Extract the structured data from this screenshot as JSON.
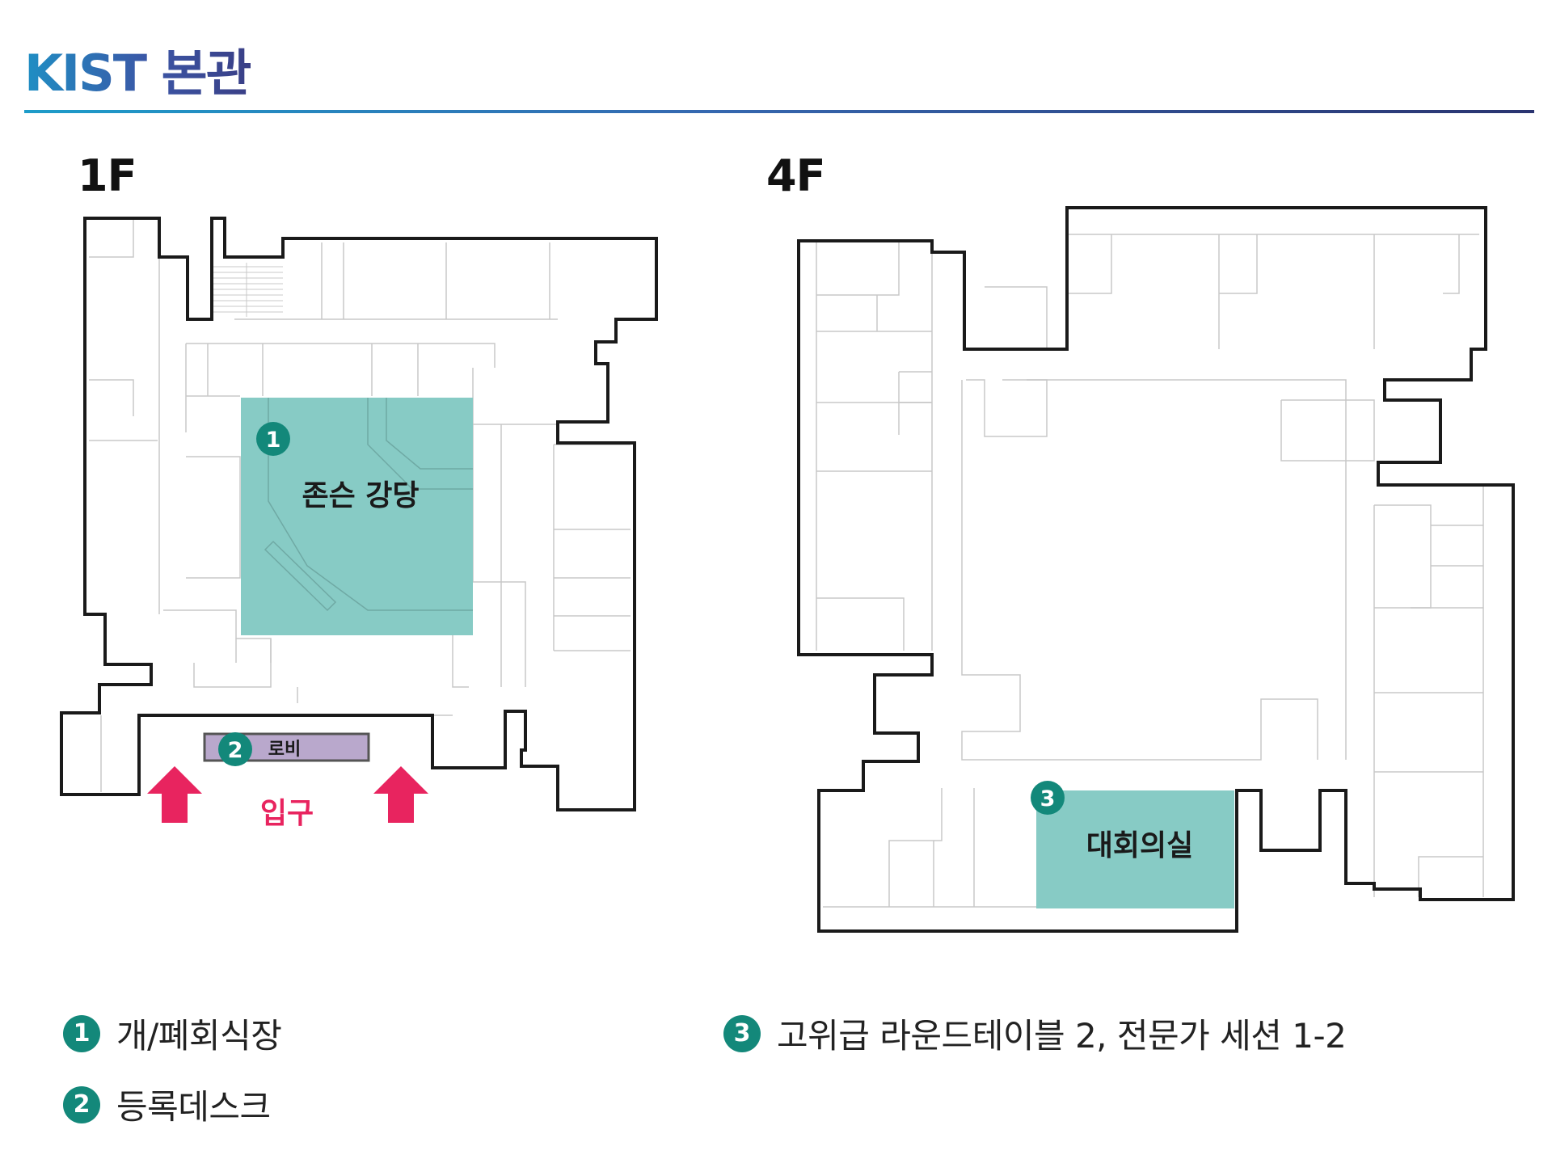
{
  "title": "KIST 본관",
  "colors": {
    "title_gradient": [
      "#1f8fc4",
      "#3b56a6",
      "#3a3f86"
    ],
    "highlight_room": "#87cbc5",
    "badge": "#13887a",
    "lobby": "#b9a8cc",
    "entrance": "#e8245f",
    "wall": "#1a1a1a",
    "inner_line": "#c8c8c8"
  },
  "floors": [
    {
      "label": "1F",
      "rooms": [
        {
          "label": "존슨 강당",
          "badge": "1"
        },
        {
          "label": "로비",
          "badge": "2"
        }
      ],
      "entrance_label": "입구",
      "icons": [
        "up-arrow-icon",
        "up-arrow-icon"
      ]
    },
    {
      "label": "4F",
      "rooms": [
        {
          "label": "대회의실",
          "badge": "3"
        }
      ]
    }
  ],
  "legend": [
    {
      "badge": "1",
      "text": "개/폐회식장"
    },
    {
      "badge": "2",
      "text": "등록데스크"
    },
    {
      "badge": "3",
      "text": "고위급 라운드테이블 2, 전문가 세션 1-2"
    }
  ]
}
